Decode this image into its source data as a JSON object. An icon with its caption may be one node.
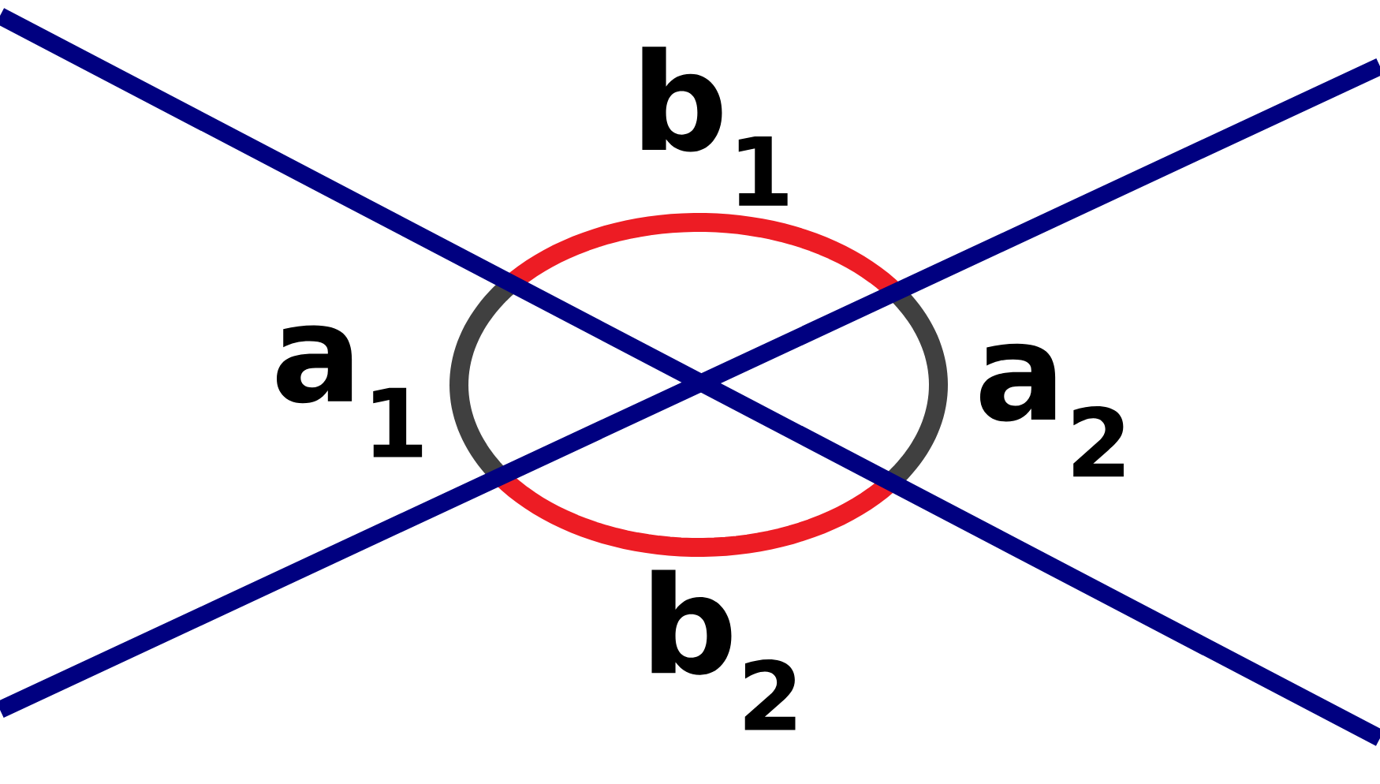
{
  "diagram": {
    "labels": [
      "b$_{1}$",
      "a$_{1}$",
      "a$_{2}$",
      "b$_{2}$"
    ]
  }
}
